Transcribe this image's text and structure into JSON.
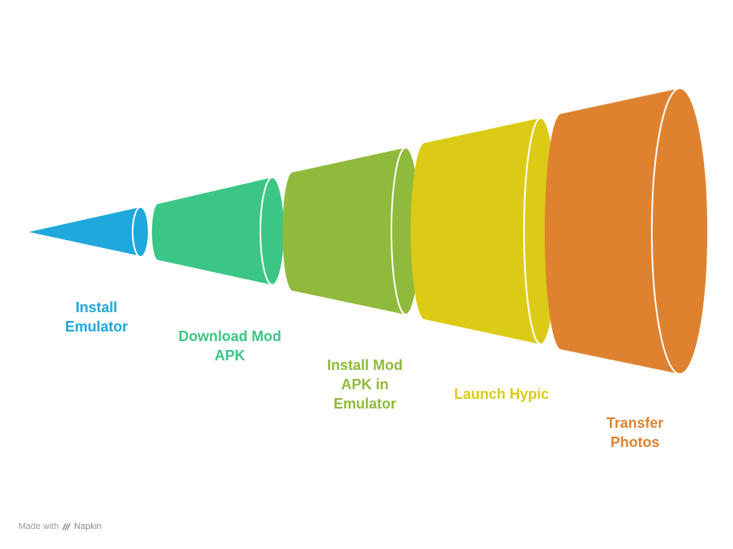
{
  "stages": [
    {
      "label": "Install\nEmulator",
      "color": "#1EA8DC"
    },
    {
      "label": "Download Mod\nAPK",
      "color": "#3CC685"
    },
    {
      "label": "Install Mod\nAPK in\nEmulator",
      "color": "#8FBA3B"
    },
    {
      "label": "Launch Hypic",
      "color": "#DCCB16"
    },
    {
      "label": "Transfer\nPhotos",
      "color": "#DE8230"
    }
  ],
  "watermark": {
    "prefix": "Made with",
    "brand": "Napkin",
    "icon": "napkin-logo-icon"
  }
}
